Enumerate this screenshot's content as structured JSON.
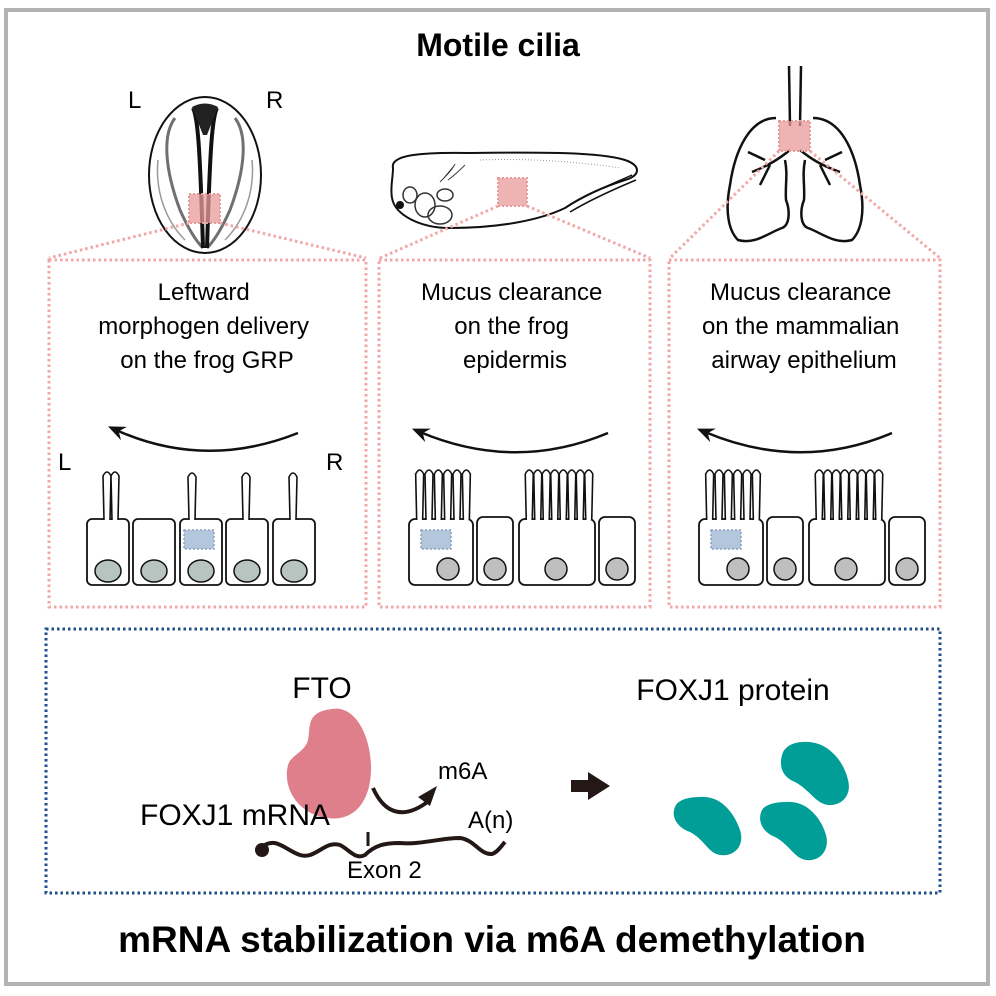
{
  "title": "Motile cilia",
  "footer": "mRNA stabilization via m6A demethylation",
  "colors": {
    "pink_dotted": "#f2a7a7",
    "pink_highlight": "#e89a9a",
    "navy_dotted": "#1f4e8c",
    "fto": "#e07f8c",
    "foxj1_protein": "#009e96",
    "nucleus_gray": "#bfbfbf",
    "nucleus_gray_green": "#b8c4c0",
    "blue_box": "#b4c6dc"
  },
  "top_illustrations": {
    "embryo": {
      "left_label": "L",
      "right_label": "R"
    },
    "tadpole": {},
    "lungs": {}
  },
  "panels": [
    {
      "id": "grp",
      "lines": [
        "Leftward",
        "morphogen delivery",
        "on the frog GRP"
      ],
      "left_label": "L",
      "right_label": "R",
      "cell_type": "monocilia",
      "cell_count": 5
    },
    {
      "id": "epidermis",
      "lines": [
        "Mucus clearance",
        "on the frog",
        "epidermis"
      ],
      "cell_type": "multiciliated",
      "cell_count": 4
    },
    {
      "id": "airway",
      "lines": [
        "Mucus clearance",
        "on the mammalian",
        "airway epithelium"
      ],
      "cell_type": "multiciliated",
      "cell_count": 4
    }
  ],
  "mechanism": {
    "fto_label": "FTO",
    "m6a_label": "m6A",
    "mrna_label": "FOXJ1 mRNA",
    "polya_label": "A(n)",
    "exon_label": "Exon 2",
    "protein_label": "FOXJ1 protein"
  }
}
